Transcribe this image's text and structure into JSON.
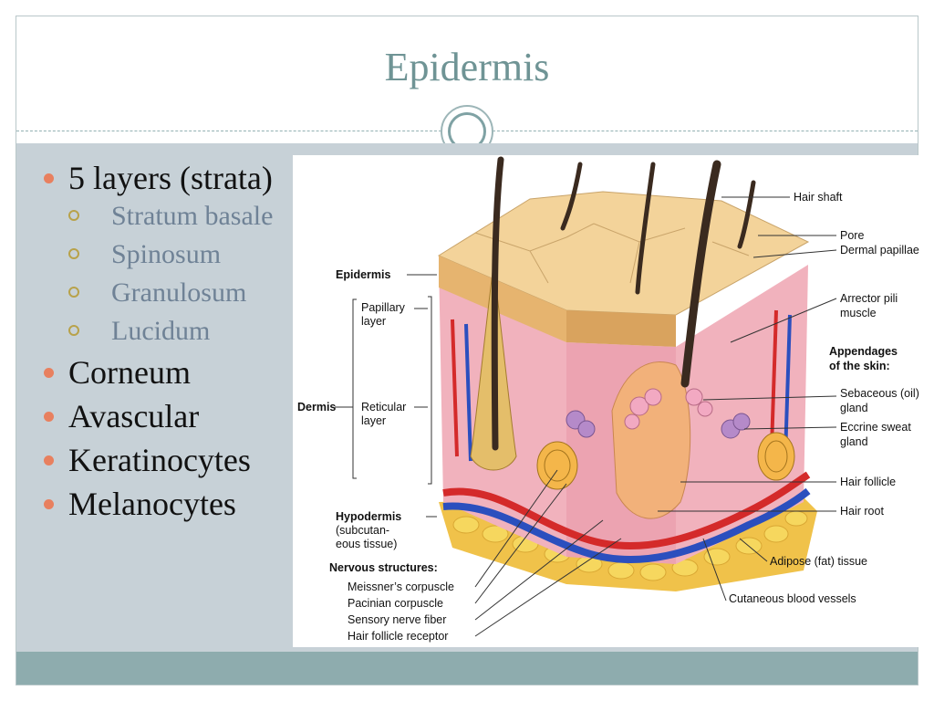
{
  "slide": {
    "title": "Epidermis",
    "bullets": [
      {
        "text": "5 layers (strata)",
        "sub": [
          "Stratum basale",
          "Spinosum",
          "Granulosum",
          "Lucidum"
        ]
      },
      {
        "text": "Corneum"
      },
      {
        "text": "Avascular"
      },
      {
        "text": "Keratinocytes"
      },
      {
        "text": "Melanocytes"
      }
    ]
  },
  "figure": {
    "left_labels": {
      "epidermis": "Epidermis",
      "papillary": [
        "Papillary",
        "layer"
      ],
      "dermis": "Dermis",
      "reticular": [
        "Reticular",
        "layer"
      ],
      "hypodermis": "Hypodermis",
      "hypodermis_sub": [
        "(subcutan-",
        "eous tissue)"
      ],
      "nervous_title": "Nervous structures:",
      "nervous": [
        "Meissner’s corpuscle",
        "Pacinian corpuscle",
        "Sensory nerve fiber",
        "Hair follicle receptor"
      ]
    },
    "right_labels": {
      "hair_shaft": "Hair shaft",
      "pore": "Pore",
      "dermal_papillae": "Dermal papillae",
      "arrector": [
        "Arrector pili",
        "muscle"
      ],
      "appendages": [
        "Appendages",
        "of the skin:"
      ],
      "sebaceous": [
        "Sebaceous (oil)",
        "gland"
      ],
      "eccrine": [
        "Eccrine sweat",
        "gland"
      ],
      "hair_follicle": "Hair follicle",
      "hair_root": "Hair root",
      "adipose": "Adipose (fat) tissue",
      "vessels": "Cutaneous blood vessels"
    }
  },
  "colors": {
    "title": "#6f9495",
    "bullet_dot": "#e8805f",
    "sub_ring": "#b8a24a",
    "panel": "#c7d1d7",
    "footer": "#8eacae"
  }
}
